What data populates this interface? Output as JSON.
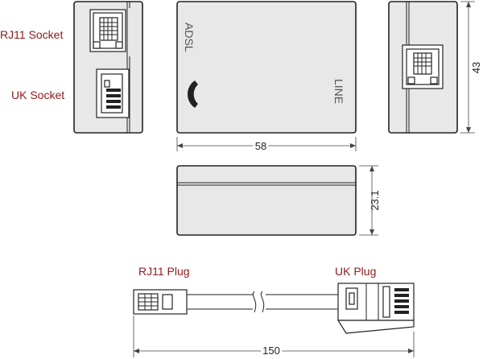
{
  "labels": {
    "rj11_socket": "RJ11 Socket",
    "uk_socket": "UK Socket",
    "rj11_plug": "RJ11 Plug",
    "uk_plug": "UK Plug",
    "adsl": "ADSL",
    "line": "LINE"
  },
  "dimensions": {
    "width": "58",
    "height": "43",
    "depth": "23.1",
    "cable_length": "150"
  },
  "colors": {
    "label": "#8b1a1a",
    "body_fill": "#e8e8e8",
    "outline": "#222222"
  }
}
